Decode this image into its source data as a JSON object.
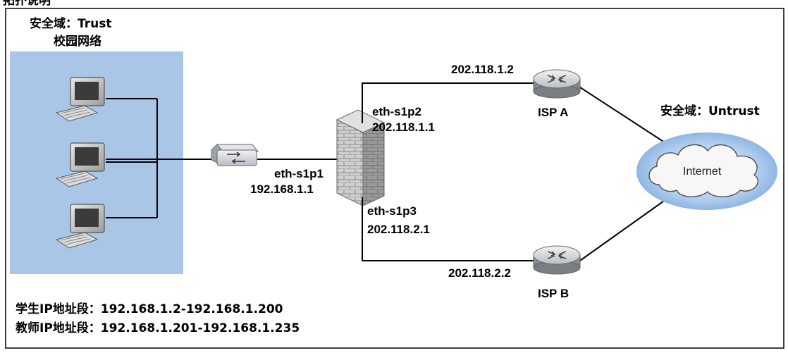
{
  "header_cut_text": "拓扑说明",
  "trust_zone": {
    "title": "安全域：Trust",
    "subtitle": "校园网络"
  },
  "untrust_zone": {
    "title": "安全域：Untrust"
  },
  "firewall": {
    "port1_name": "eth-s1p1",
    "port1_ip": "192.168.1.1",
    "port2_name": "eth-s1p2",
    "port2_ip": "202.118.1.1",
    "port3_name": "eth-s1p3",
    "port3_ip": "202.118.2.1"
  },
  "isp_a": {
    "name": "ISP A",
    "ip": "202.118.1.2"
  },
  "isp_b": {
    "name": "ISP B",
    "ip": "202.118.2.2"
  },
  "cloud": {
    "label": "Internet"
  },
  "notes": {
    "students": "学生IP地址段：192.168.1.2-192.168.1.200",
    "teachers": "教师IP地址段：192.168.1.201-192.168.1.235"
  },
  "colors": {
    "trust_bg": "#a9c6e6",
    "cloud_glow": "#9fc3ea",
    "router": "#c9ccd1",
    "firewall": "#c8c8c8"
  }
}
